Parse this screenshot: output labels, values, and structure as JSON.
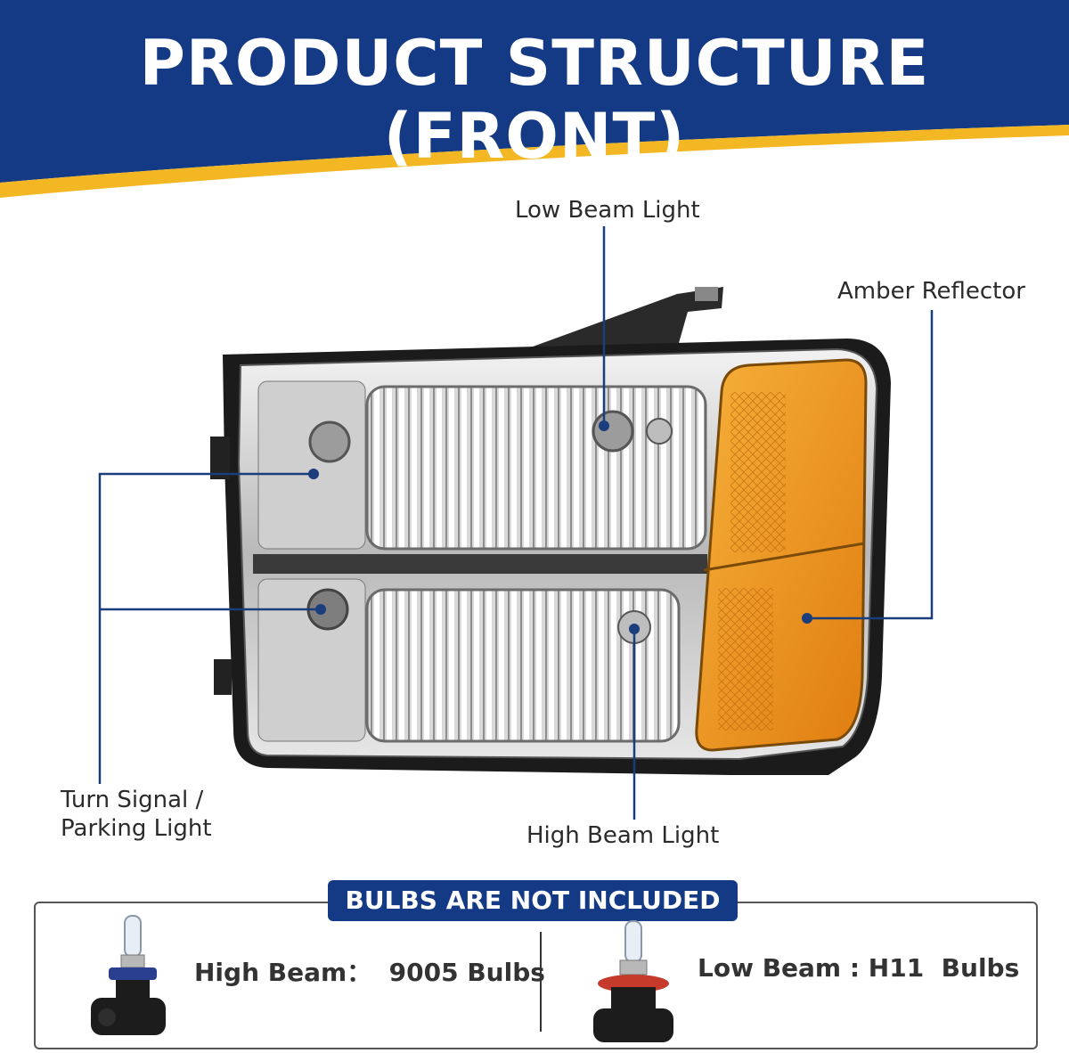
{
  "title": "PRODUCT STRUCTURE (FRONT)",
  "callouts": {
    "low_beam": "Low Beam Light",
    "amber_reflector": "Amber Reflector",
    "turn_signal_line1": "Turn Signal /",
    "turn_signal_line2": "Parking Light",
    "high_beam": "High Beam Light"
  },
  "bulbs_box": {
    "header": "BULBS ARE NOT INCLUDED",
    "high_beam_text": "High Beam：  9005 Bulbs",
    "low_beam_text": "Low Beam : H11  Bulbs"
  },
  "colors": {
    "banner_blue": "#143a85",
    "banner_gold": "#f4b724",
    "amber": "#f39a1f",
    "callout_line": "#1a3d7c"
  },
  "icons": [
    "headlight-assembly",
    "halogen-bulb-9005",
    "halogen-bulb-h11"
  ]
}
